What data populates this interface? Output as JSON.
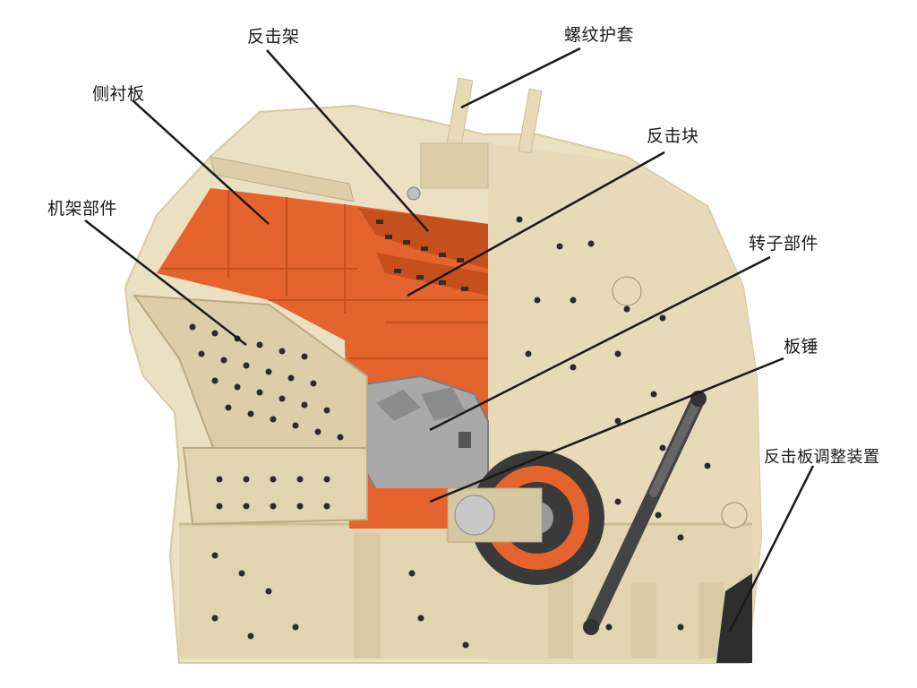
{
  "labels": {
    "impact_frame": "反击架",
    "thread_sleeve": "螺纹护套",
    "side_liner": "侧衬板",
    "impact_block": "反击块",
    "frame_parts": "机架部件",
    "rotor_parts": "转子部件",
    "blow_bar": "板锤",
    "impact_plate_adjuster": "反击板调整装置"
  },
  "colors": {
    "body": "#ece0c2",
    "body_shade": "#d9c9a4",
    "liner": "#e5642d",
    "liner_dark": "#c54f1d",
    "rotor": "#a9a9a9",
    "wheel": "#3a3a3a",
    "line": "#1a1a1a"
  }
}
